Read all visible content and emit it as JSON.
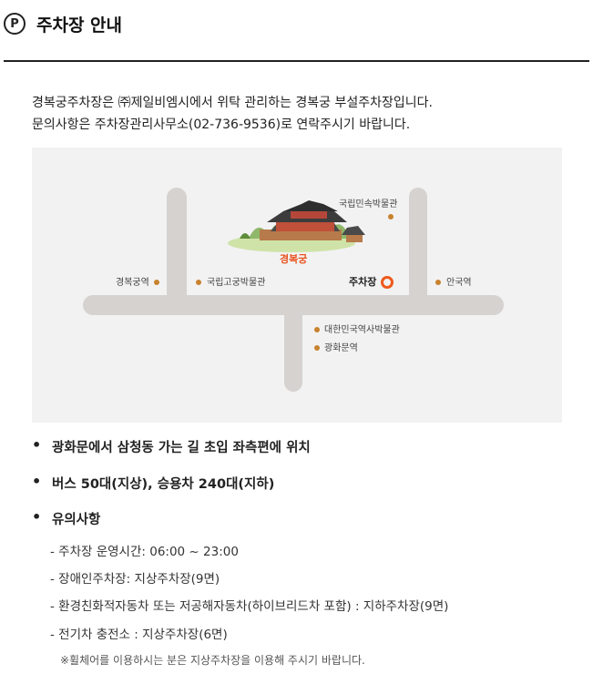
{
  "header": {
    "badge": "P",
    "title": "주차장 안내"
  },
  "intro": {
    "line1": "경복궁주차장은 ㈜제일비엠시에서 위탁 관리하는 경복궁 부설주차장입니다.",
    "line2": "문의사항은 주차장관리사무소(02-736-9536)로 연락주시기 바랍니다."
  },
  "map": {
    "labels": {
      "gyeongbokgung_station": "경복궁역",
      "national_palace_museum": "국립고궁박물관",
      "gyeongbokgung": "경복궁",
      "parking": "주차장",
      "folk_museum": "국립민속박물관",
      "anguk_station": "안국역",
      "history_museum": "대한민국역사박물관",
      "gwanghwamun_station": "광화문역"
    },
    "colors": {
      "road": "#d6d2d0",
      "dot": "#c8822e",
      "parking_marker": "#ee5a1d",
      "gyeongbokgung_label": "#e9531f",
      "background": "#f2f2f2"
    }
  },
  "bullets": [
    "광화문에서 삼청동 가는 길 초입 좌측편에 위치",
    "버스 50대(지상), 승용차 240대(지하)",
    "유의사항"
  ],
  "sub_items": [
    "- 주차장 운영시간: 06:00 ~ 23:00",
    "- 장애인주차장: 지상주차장(9면)",
    "- 환경친화적자동차 또는 저공해자동차(하이브리드차 포함) : 지하주차장(9면)",
    "- 전기차 충전소 : 지상주차장(6면)"
  ],
  "note": "※휠체어를 이용하시는 분은 지상주차장을 이용해 주시기 바랍니다."
}
